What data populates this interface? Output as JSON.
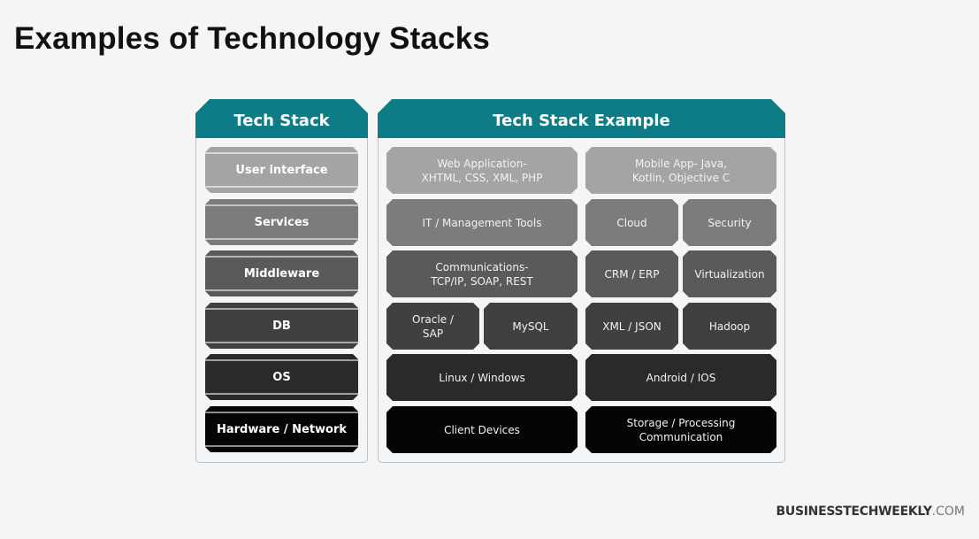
{
  "title": "Examples of Technology Stacks",
  "left_panel": {
    "header": "Tech Stack",
    "layers": [
      {
        "label": "User interface",
        "color": "#a4a4a4"
      },
      {
        "label": "Services",
        "color": "#7c7c7c"
      },
      {
        "label": "Middleware",
        "color": "#5a5a5a"
      },
      {
        "label": "DB",
        "color": "#404040"
      },
      {
        "label": "OS",
        "color": "#2a2a2a"
      },
      {
        "label": "Hardware / Network",
        "color": "#050505"
      }
    ]
  },
  "right_panel": {
    "header": "Tech Stack Example",
    "rows": [
      [
        "Web Application-\nXHTML, CSS, XML, PHP",
        "Mobile App- Java,\nKotlin, Objective C"
      ],
      [
        "IT / Management Tools",
        "Cloud",
        "Security"
      ],
      [
        "Communications-\nTCP/IP, SOAP, REST",
        "CRM / ERP",
        "Virtualization"
      ],
      [
        "Oracle /\nSAP",
        "MySQL",
        "XML / JSON",
        "Hadoop"
      ],
      [
        "Linux / Windows",
        "Android / IOS"
      ],
      [
        "Client Devices",
        "Storage / Processing\nCommunication"
      ]
    ]
  },
  "brand": {
    "name": "BUSINESSTECHWEEKLY",
    "domain": ".COM"
  },
  "colors": {
    "header_teal": "#0e7c86"
  }
}
